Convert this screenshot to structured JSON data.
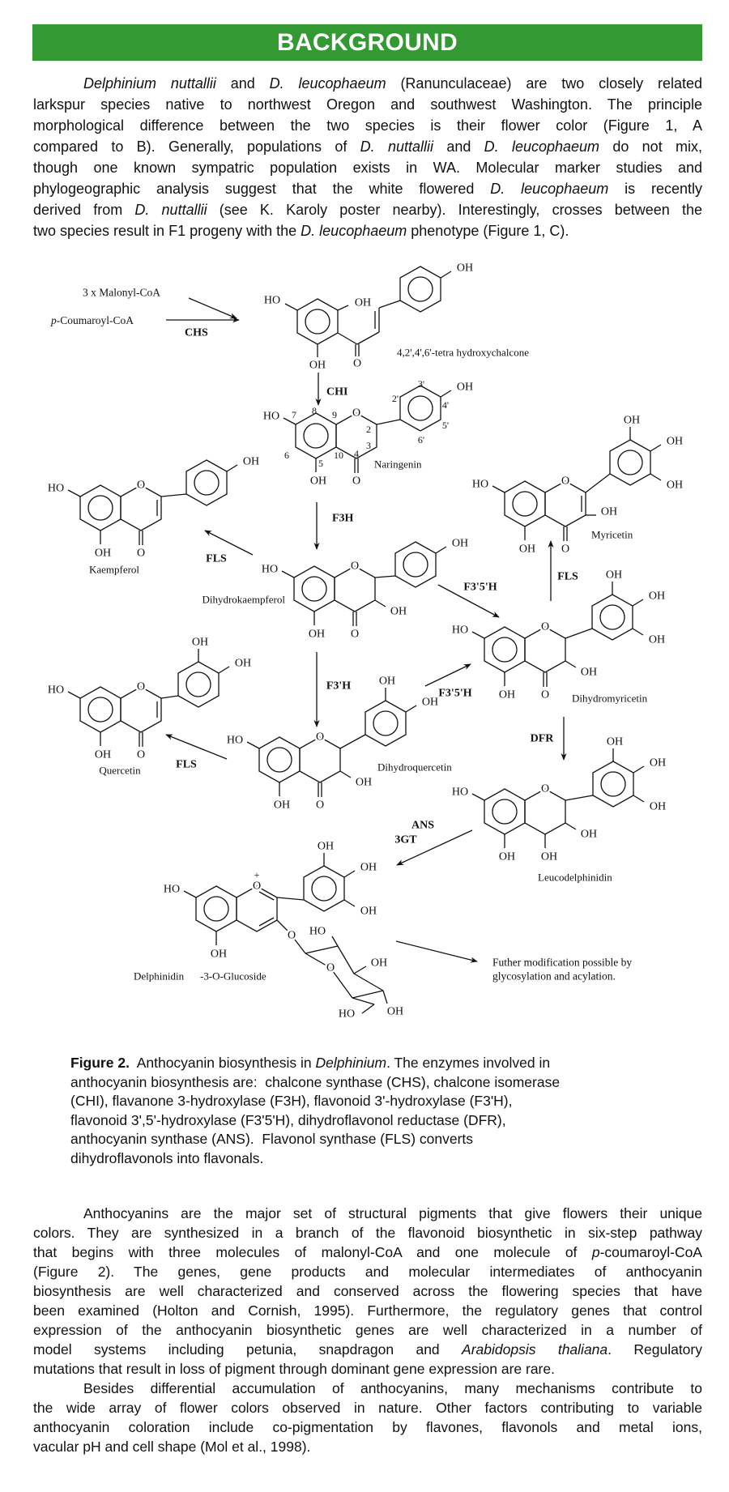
{
  "header": {
    "title": "BACKGROUND",
    "color": "#339933"
  },
  "para1": {
    "lines": [
      [
        {
          "t": "Delphinium nuttallii",
          "i": true
        },
        {
          "t": " and "
        },
        {
          "t": "D. leucophaeum",
          "i": true
        },
        {
          "t": " (Ranunculaceae) are two closely related"
        }
      ],
      [
        {
          "t": "larkspur species native to northwest Oregon and southwest Washington.  The principle"
        }
      ],
      [
        {
          "t": "morphological difference between the two species is their flower color (Figure 1, A"
        }
      ],
      [
        {
          "t": "compared to B).  Generally, populations of "
        },
        {
          "t": "D. nuttallii",
          "i": true
        },
        {
          "t": " and "
        },
        {
          "t": "D. leucophaeum",
          "i": true
        },
        {
          "t": " do not mix,"
        }
      ],
      [
        {
          "t": "though one known sympatric population exists in WA.  Molecular marker studies and"
        }
      ],
      [
        {
          "t": "phylogeographic analysis suggest that the white flowered "
        },
        {
          "t": "D. leucophaeum",
          "i": true
        },
        {
          "t": " is recently"
        }
      ],
      [
        {
          "t": "derived from "
        },
        {
          "t": "D. nuttallii",
          "i": true
        },
        {
          "t": " (see K. Karoly poster nearby).  Interestingly, crosses between the"
        }
      ],
      [
        {
          "t": "two species result in F1 progeny with the "
        },
        {
          "t": "D. leucophaeum",
          "i": true
        },
        {
          "t": " phenotype (Figure 1, C)."
        }
      ]
    ],
    "indent": [
      0
    ],
    "last": [
      7
    ]
  },
  "diagram": {
    "labels": {
      "oh": "OH",
      "ho": "HO",
      "o": "O",
      "plus": "+"
    },
    "precursors": {
      "malonyl": "3 x Malonyl-CoA",
      "coumaroyl_prefix": "p",
      "coumaroyl": "-Coumaroyl-CoA"
    },
    "enzymes": {
      "chs": "CHS",
      "chi": "CHI",
      "f3h": "F3H",
      "fls_kaempferol": "FLS",
      "f35h_upper": "F3'5'H",
      "fls_myricetin": "FLS",
      "f3h_prime": "F3'H",
      "f35h_lower": "F3'5'H",
      "fls_quercetin": "FLS",
      "dfr": "DFR",
      "ans": "ANS",
      "gt3": "3GT"
    },
    "numbering": [
      "2",
      "3",
      "4",
      "5",
      "6",
      "7",
      "8",
      "9",
      "10",
      "2'",
      "3'",
      "4'",
      "5'",
      "6'"
    ],
    "chalcone_name": "4,2',4',6'-tetra hydroxychalcone",
    "compounds": [
      {
        "name": "Naringenin"
      },
      {
        "name": "Kaempferol",
        "color": "#66c466"
      },
      {
        "name": "Quercetin",
        "color": "#66c466"
      },
      {
        "name": "Dihydrokaempferol"
      },
      {
        "name": "Myricetin"
      },
      {
        "name": "Dihydromyricetin"
      },
      {
        "name": "Dihydroquercetin"
      },
      {
        "name": "Leucodelphinidin"
      },
      {
        "name": "Delphinidin",
        "suffix": "-3-O-Glucoside",
        "color": "#a58bd2"
      }
    ],
    "further": [
      "Futher modification possible by",
      "glycosylation and acylation."
    ]
  },
  "caption": {
    "label": "Figure 2.",
    "line1_a": "  Anthocyanin biosynthesis in ",
    "line1_i": "Delphinium",
    "line1_b": ". The enzymes involved in",
    "lines": [
      "anthocyanin biosynthesis are:  chalcone synthase (CHS), chalcone isomerase",
      "(CHI), flavanone 3-hydroxylase (F3H), flavonoid 3'-hydroxylase (F3'H),",
      "flavonoid 3',5'-hydroxylase (F3'5'H), dihydroflavonol reductase (DFR),",
      "anthocyanin synthase (ANS).  Flavonol synthase (FLS) converts",
      "dihydroflavonols into flavonals."
    ]
  },
  "para2": {
    "lines": [
      [
        {
          "t": "Anthocyanins are the major set of structural pigments that give flowers their unique"
        }
      ],
      [
        {
          "t": "colors.  They are synthesized in a branch of the flavonoid biosynthetic in six-step pathway"
        }
      ],
      [
        {
          "t": "that begins with three molecules of malonyl-CoA and one molecule of "
        },
        {
          "t": "p",
          "i": true
        },
        {
          "t": "-coumaroyl-CoA"
        }
      ],
      [
        {
          "t": "(Figure 2).  The genes, gene products and molecular intermediates of anthocyanin"
        }
      ],
      [
        {
          "t": "biosynthesis are well characterized and conserved across the flowering species that have"
        }
      ],
      [
        {
          "t": "been examined (Holton and Cornish, 1995).  Furthermore, the regulatory genes that control"
        }
      ],
      [
        {
          "t": "expression of the anthocyanin biosynthetic genes are well characterized in a number of"
        }
      ],
      [
        {
          "t": "model systems including petunia, snapdragon and "
        },
        {
          "t": "Arabidopsis thaliana",
          "i": true
        },
        {
          "t": ".  Regulatory"
        }
      ],
      [
        {
          "t": "mutations that result in loss of pigment through dominant gene expression are rare."
        }
      ],
      [
        {
          "t": "Besides differential accumulation of anthocyanins, many mechanisms contribute to"
        }
      ],
      [
        {
          "t": "the wide array of flower colors observed in nature.  Other factors contributing to variable"
        }
      ],
      [
        {
          "t": "anthocyanin coloration include co-pigmentation by flavones, flavonols and metal ions,"
        }
      ],
      [
        {
          "t": "vacular pH and cell shape (Mol et al., 1998)."
        }
      ]
    ],
    "indent": [
      0,
      9
    ],
    "last": [
      8,
      12
    ]
  }
}
